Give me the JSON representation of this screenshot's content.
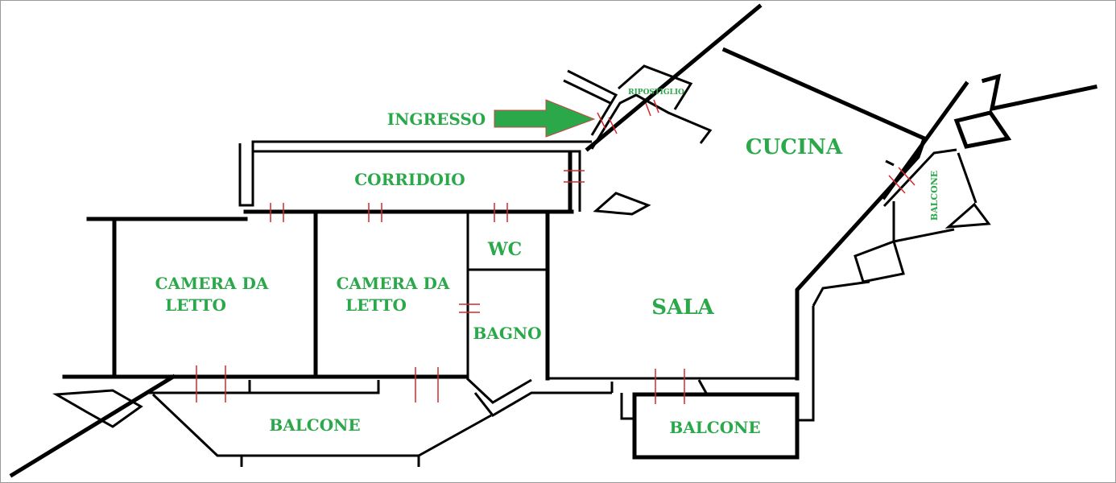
{
  "rooms": {
    "ingresso": "INGRESSO",
    "ripostiglio": "RIPOSTIGLIO",
    "cucina": "CUCINA",
    "corridoio": "CORRIDOIO",
    "camera_1_line1": "CAMERA DA",
    "camera_1_line2": "LETTO",
    "camera_2_line1": "CAMERA DA",
    "camera_2_line2": "LETTO",
    "wc": "WC",
    "bagno": "BAGNO",
    "sala": "SALA",
    "balcone_left": "BALCONE",
    "balcone_center": "BALCONE",
    "balcone_right": "BALCONE"
  },
  "colors": {
    "label": "#2aa84a",
    "walls": "#000000",
    "doors": "#d42a2a",
    "arrow": "#2aa84a"
  },
  "icons": {
    "entrance_arrow": "arrow-right-icon"
  }
}
